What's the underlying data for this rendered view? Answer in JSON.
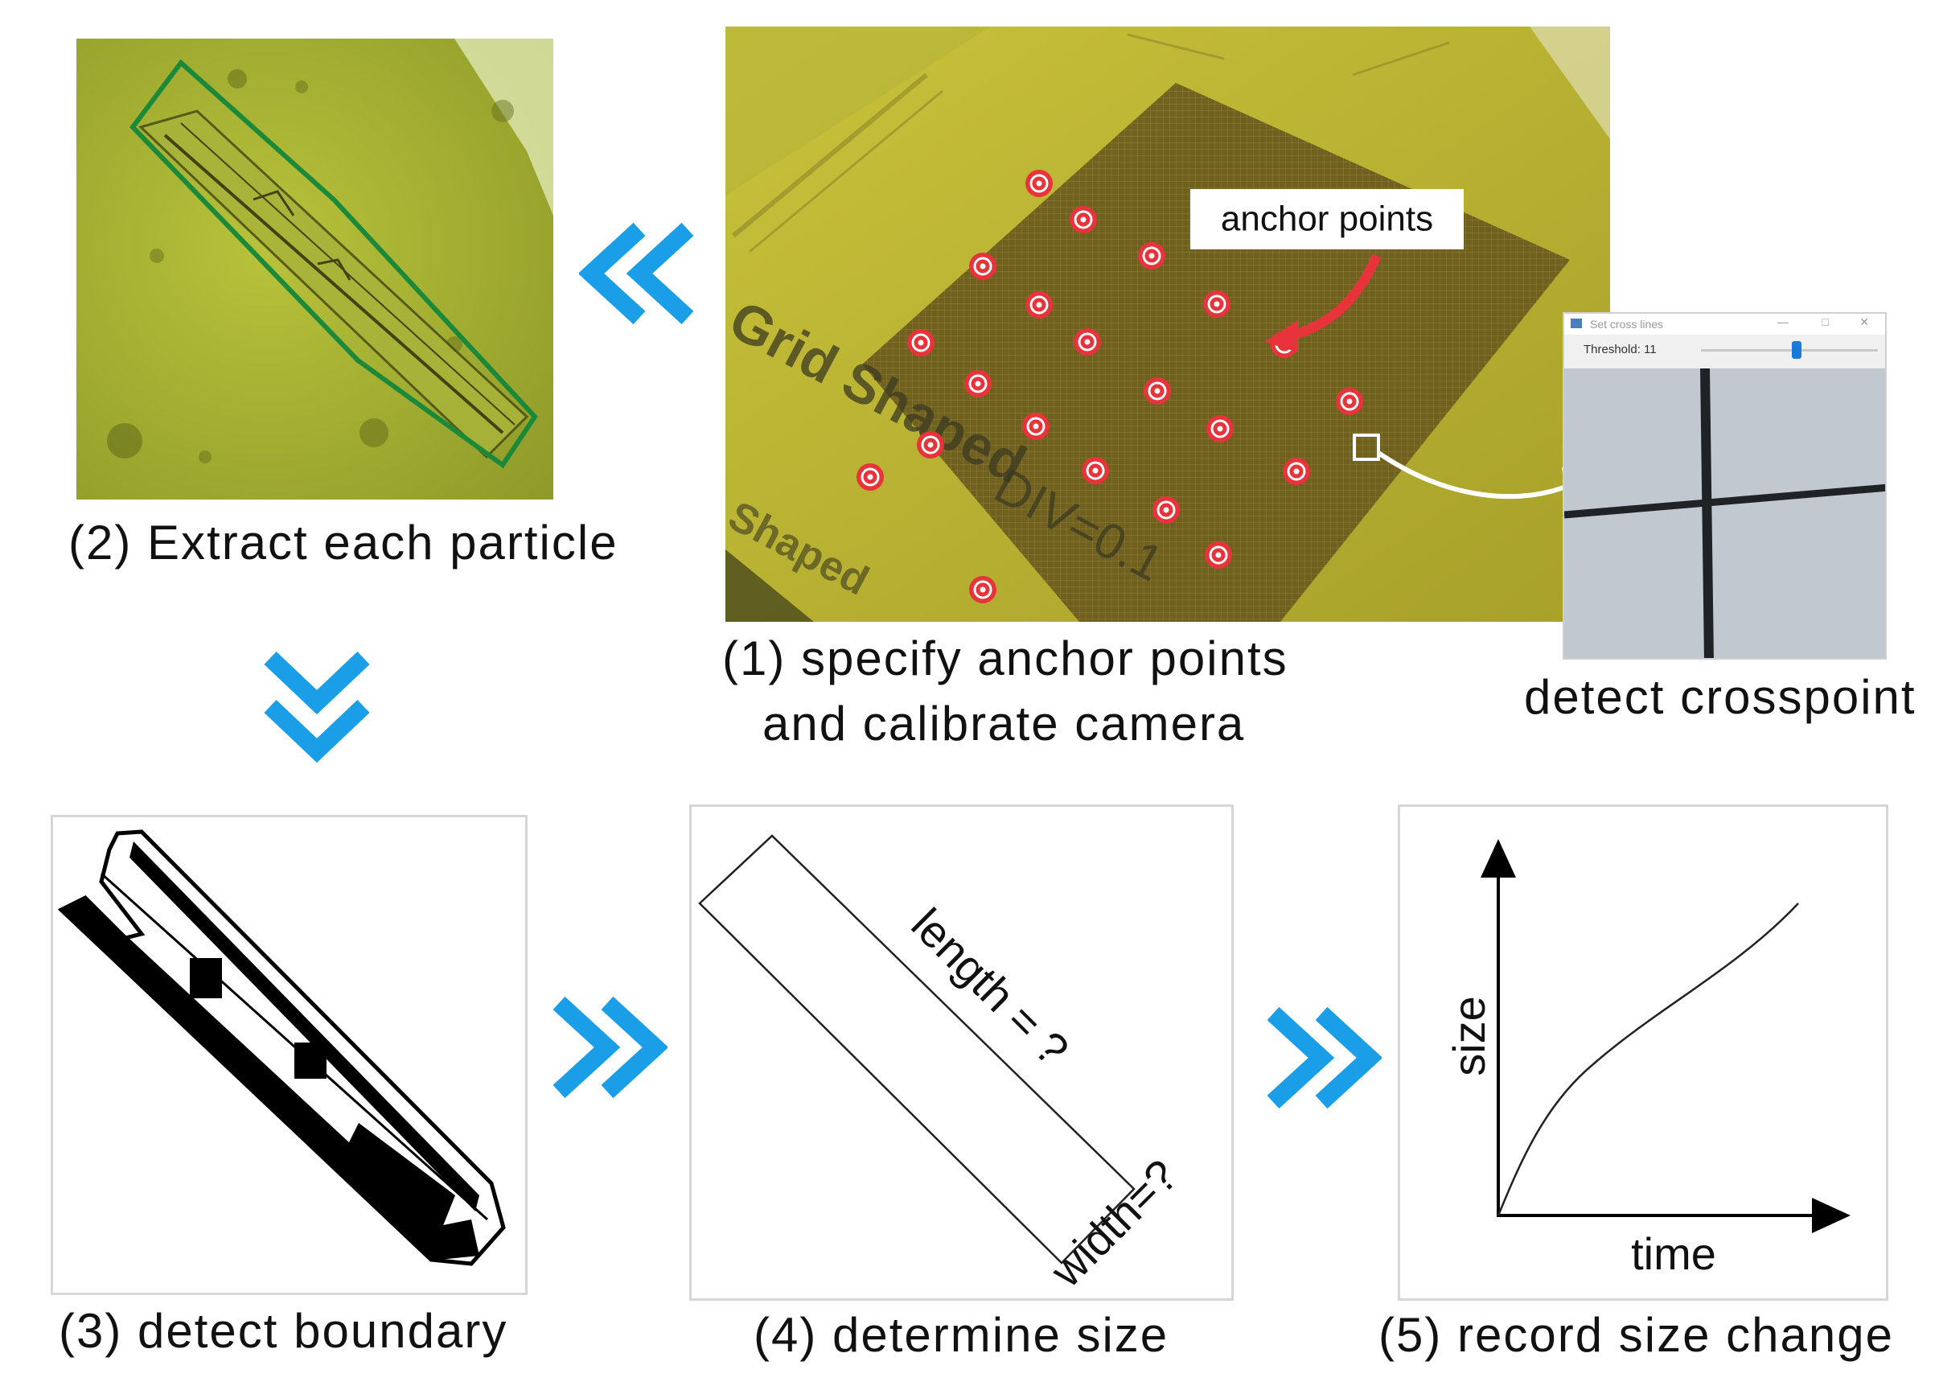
{
  "captions": {
    "step1_line1": "(1) specify anchor points",
    "step1_line2": "and calibrate camera",
    "step2": "(2) Extract each particle",
    "step3": "(3) detect boundary",
    "step4": "(4) determine size",
    "step5": "(5) record size change",
    "crosspoint": "detect crosspoint"
  },
  "panel1": {
    "anchor_label": "anchor points",
    "slide_text_1": "Grid Shaped",
    "slide_text_2": "DIV=0.1",
    "slide_text_3": "Shaped",
    "anchor_count": 21
  },
  "crosspoint_window": {
    "title": "Set cross lines",
    "slider_label": "Threshold: 11"
  },
  "panel4": {
    "length_label": "length = ?",
    "width_label": "width=?"
  },
  "panel5": {
    "y_label": "size",
    "x_label": "time"
  },
  "arrows": {
    "color": "#1a9ee8",
    "icons": [
      "double-chevron-left-icon",
      "double-chevron-down-icon",
      "double-chevron-right-icon",
      "double-chevron-right-icon"
    ]
  },
  "colors": {
    "particle_outline": "#1a8a3a",
    "anchor_marker": "#e8333a",
    "grid_background": "#6b5a1c"
  }
}
